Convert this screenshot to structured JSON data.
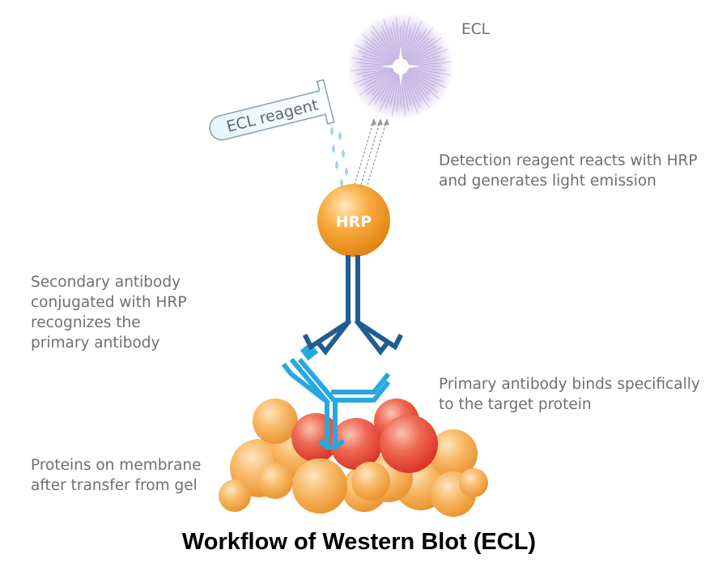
{
  "ecl_label": "ECL",
  "reagent_tube_label": "ECL reagent",
  "hrp_label": "HRP",
  "detection_text": [
    "Detection reagent reacts with HRP",
    "and generates light emission"
  ],
  "secondary_text": [
    "Secondary antibody",
    "conjugated with HRP",
    "recognizes the",
    "primary antibody"
  ],
  "primary_text": [
    "Primary antibody binds specifically",
    "to the target protein"
  ],
  "proteins_text": [
    "Proteins on membrane",
    "after transfer from gel"
  ],
  "caption": "Workflow of Western Blot (ECL)",
  "colors": {
    "secondary_antibody": "#215d8f",
    "primary_antibody": "#29a8e0",
    "hrp": "#f39a2a",
    "target_protein": "#e2483a",
    "membrane_protein": "#f5a94e",
    "ecl_glow": "#9b86c6",
    "droplet": "#9ed3ea",
    "label_text": "#6f6f6f"
  }
}
